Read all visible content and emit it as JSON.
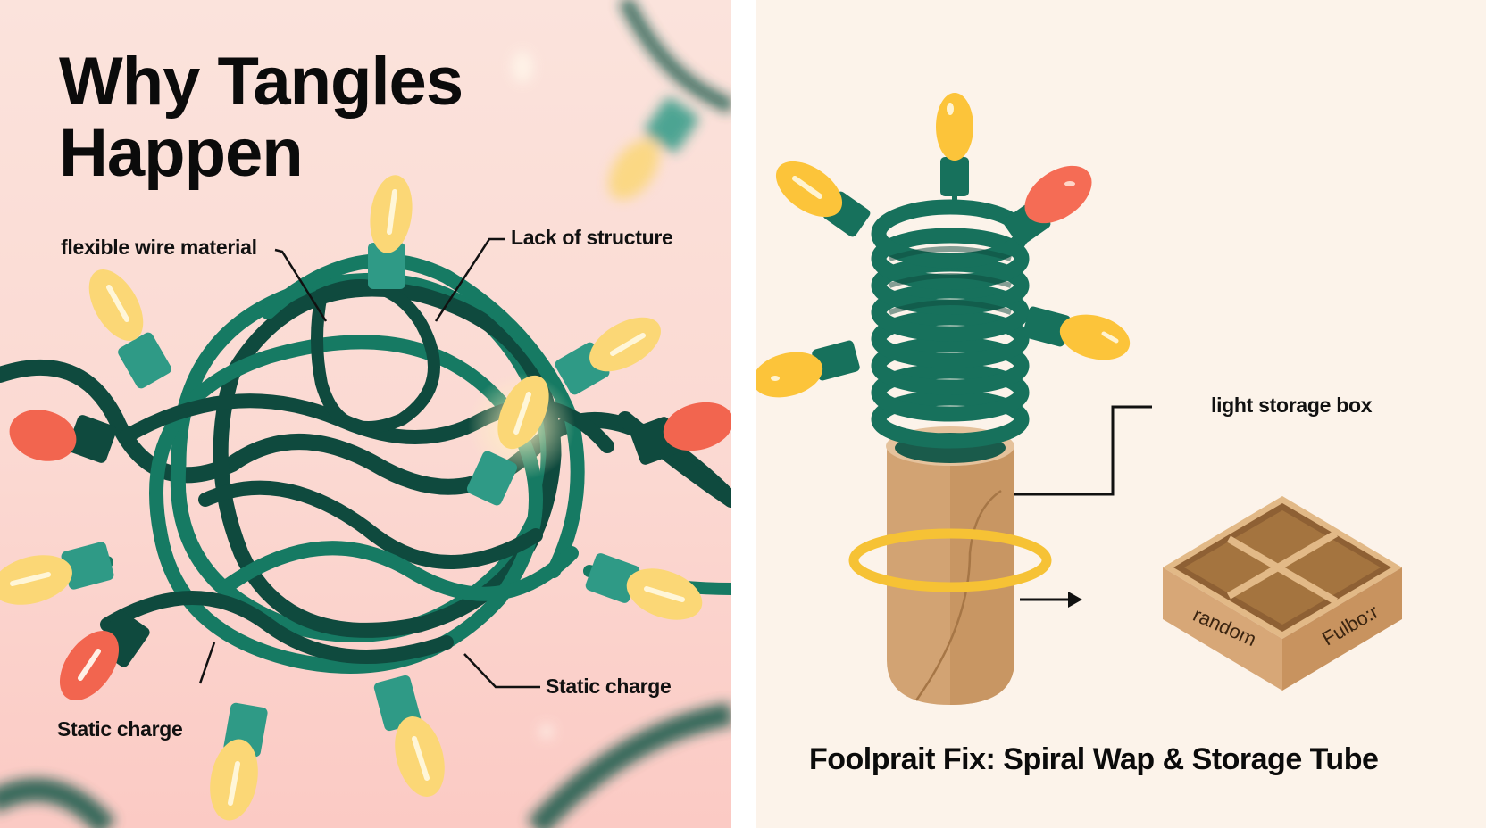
{
  "left_panel": {
    "title_line1": "Why Tangles",
    "title_line2": "Happen",
    "labels": {
      "flexible_wire": "flexible wire material",
      "lack_structure": "Lack of structure",
      "static_charge_right": "Static charge",
      "static_charge_left": "Static charge"
    },
    "colors": {
      "background": "#fbe0d8",
      "wire_dark": "#0f4a3e",
      "wire_mid": "#167a63",
      "socket": "#2f9a86",
      "bulb_yellow": "#fbd776",
      "bulb_red": "#f2654f"
    }
  },
  "right_panel": {
    "labels": {
      "storage_box": "light storage box"
    },
    "box_text": {
      "front": "random",
      "side": "Fulbo:r"
    },
    "caption": "Foolprait Fix: Spiral Wap & Storage Tube",
    "colors": {
      "background": "#fcf3ea",
      "coil": "#17715c",
      "tube": "#d2a373",
      "band": "#f6c235",
      "bulb_yellow": "#fcc43a",
      "bulb_red": "#f56c55"
    }
  }
}
